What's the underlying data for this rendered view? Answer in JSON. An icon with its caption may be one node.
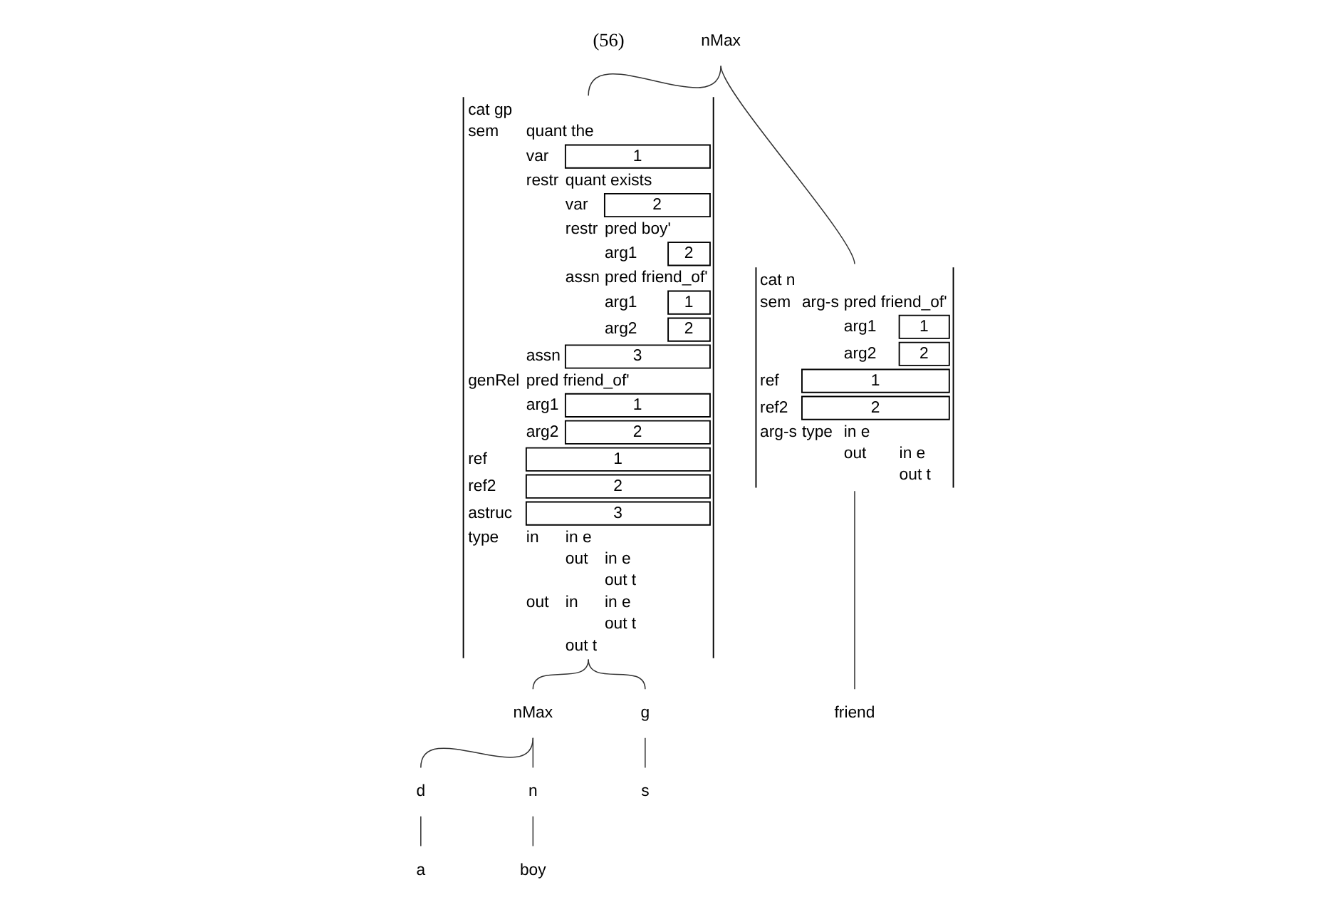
{
  "diagram": {
    "nodes": [
      {
        "text": [
          "nMax"
        ]
      },
      {
        "text": [
          "cat gp",
          "sem",
          "quant the",
          "var",
          "1",
          "restr",
          "quant exists",
          "var",
          "2",
          "restr",
          "pred boy'",
          "arg1",
          "2",
          "assn",
          "pred friend_of'",
          "arg1",
          "1",
          "arg2",
          "2",
          "assn",
          "3",
          "genRel",
          "pred friend_of'",
          "arg1",
          "1",
          "arg2",
          "2",
          "ref",
          "1",
          "ref2",
          "2",
          "astruc",
          "3",
          "type",
          "in",
          "in e",
          "out",
          "in e",
          "out t",
          "out",
          "in",
          "in e",
          "out t",
          "out t"
        ]
      },
      {
        "text": [
          "cat n",
          "sem",
          "arg-s",
          "pred friend_of'",
          "arg1",
          "1",
          "arg2",
          "2",
          "ref",
          "1",
          "ref2",
          "2",
          "arg-s",
          "type",
          "in e",
          "out",
          "in e",
          "out t"
        ]
      },
      {
        "text": [
          "friend"
        ]
      },
      {
        "text": [
          "nMax"
        ]
      },
      {
        "text": [
          "g"
        ]
      },
      {
        "text": [
          "d"
        ]
      },
      {
        "text": [
          "n"
        ]
      },
      {
        "text": [
          "s"
        ]
      },
      {
        "text": [
          "a"
        ]
      },
      {
        "text": [
          "boy"
        ]
      }
    ],
    "edges": [
      {
        "from": 0,
        "to": 1,
        "arrow": "none"
      },
      {
        "from": 0,
        "to": 2,
        "arrow": "none"
      },
      {
        "from": 2,
        "to": 3,
        "arrow": "none"
      },
      {
        "from": 1,
        "to": 4,
        "arrow": "none"
      },
      {
        "from": 1,
        "to": 5,
        "arrow": "none"
      },
      {
        "from": 4,
        "to": 6,
        "arrow": "none"
      },
      {
        "from": 4,
        "to": 7,
        "arrow": "none"
      },
      {
        "from": 5,
        "to": 8,
        "arrow": "none"
      },
      {
        "from": 6,
        "to": 9,
        "arrow": "none"
      },
      {
        "from": 7,
        "to": 10,
        "arrow": "none"
      }
    ],
    "labels": [
      "(56)"
    ]
  }
}
